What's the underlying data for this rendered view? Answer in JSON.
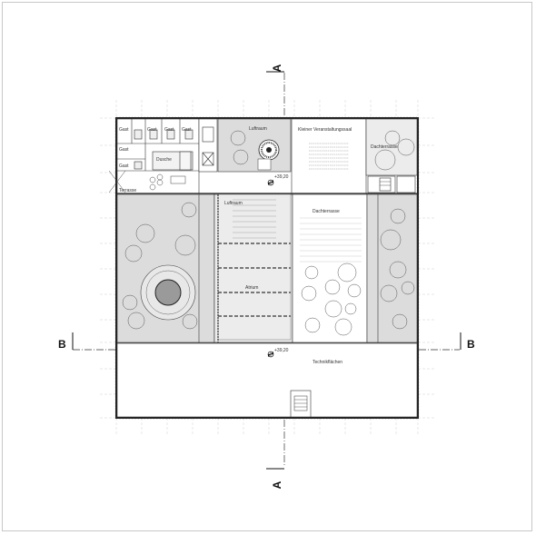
{
  "section_markers": {
    "a_top": "A",
    "a_bottom": "A",
    "b_left": "B",
    "b_right": "B"
  },
  "rooms": {
    "gast_1": "Gast",
    "gast_2": "Gast",
    "gast_3": "Gast",
    "gast_4": "Gast",
    "gast_5": "Gast",
    "gast_6": "Gast",
    "dusche": "Dusche",
    "terrasse": "Terrasse",
    "luftraum_top": "Luftraum",
    "kleiner_saal": "Kleiner Veranstaltungssaal",
    "dachterrasse_top": "Dachterrasse",
    "luftraum_atrium": "Luftraum",
    "atrium": "Atrium",
    "dachterrasse_mid": "Dachterrasse",
    "technikflaechen": "Technikflächen"
  },
  "levels": {
    "level_upper": "+39,20",
    "level_lower": "+39,20"
  },
  "colors": {
    "line": "#222222",
    "grid": "#c9c9c9",
    "fill_grey": "#dcdcdc",
    "fill_light": "#ececec"
  }
}
